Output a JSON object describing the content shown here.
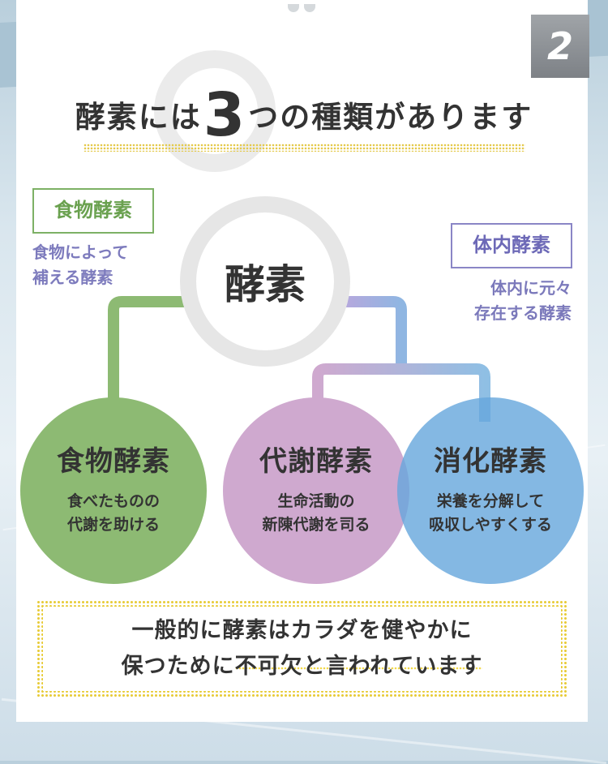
{
  "step_number": "2",
  "title": {
    "prefix": "酵素には",
    "number": "3",
    "suffix": "つの種類があります"
  },
  "center": {
    "label": "酵素"
  },
  "tags": {
    "food": {
      "label": "食物酵素",
      "desc_line1": "食物によって",
      "desc_line2": "補える酵素"
    },
    "body": {
      "label": "体内酵素",
      "desc_line1": "体内に元々",
      "desc_line2": "存在する酵素"
    }
  },
  "circles": [
    {
      "name": "食物酵素",
      "line1": "食べたものの",
      "line2": "代謝を助ける"
    },
    {
      "name": "代謝酵素",
      "line1": "生命活動の",
      "line2": "新陳代謝を司る"
    },
    {
      "name": "消化酵素",
      "line1": "栄養を分解して",
      "line2": "吸収しやすくする"
    }
  ],
  "note": {
    "line1": "一般的に酵素はカラダを健やかに",
    "line2_plain": "保つために",
    "line2_highlight": "不可欠と言われています"
  },
  "colors": {
    "food_green": "#8dba73",
    "metabolic_purple": "#cfa9cf",
    "digestive_blue": "#65a6dc",
    "accent_yellow": "#e8cc3a"
  }
}
